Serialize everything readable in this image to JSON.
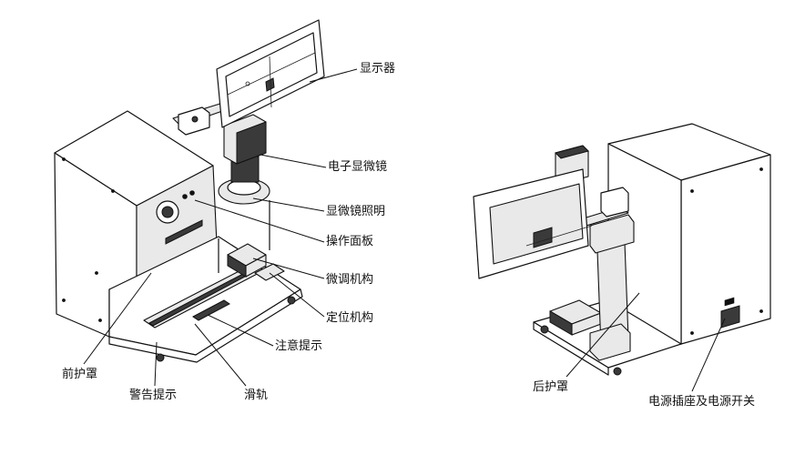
{
  "labels": {
    "display": "显示器",
    "microscope": "电子显微镜",
    "illumination": "显微镜照明",
    "control_panel": "操作面板",
    "fine_adjust": "微调机构",
    "positioning": "定位机构",
    "caution": "注意提示",
    "front_cover": "前护罩",
    "warning": "警告提示",
    "rail": "滑轨",
    "rear_cover": "后护罩",
    "power": "电源插座及电源开关"
  }
}
